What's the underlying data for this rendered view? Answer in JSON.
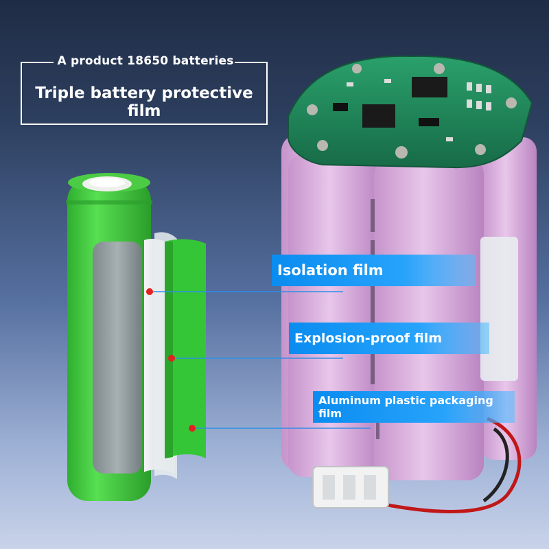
{
  "header": {
    "subtitle": "A product 18650 batteries",
    "title": "Triple battery protective film"
  },
  "callouts": [
    {
      "label": "Isolation film"
    },
    {
      "label": "Explosion-proof film"
    },
    {
      "label": "Aluminum plastic packaging film"
    }
  ],
  "colors": {
    "cell_green": "#3fcf3f",
    "pack_pink": "#d7a8db",
    "pcb_green": "#1f8a5c",
    "callout_blue": "#1898f5",
    "marker_red": "#e32020"
  }
}
